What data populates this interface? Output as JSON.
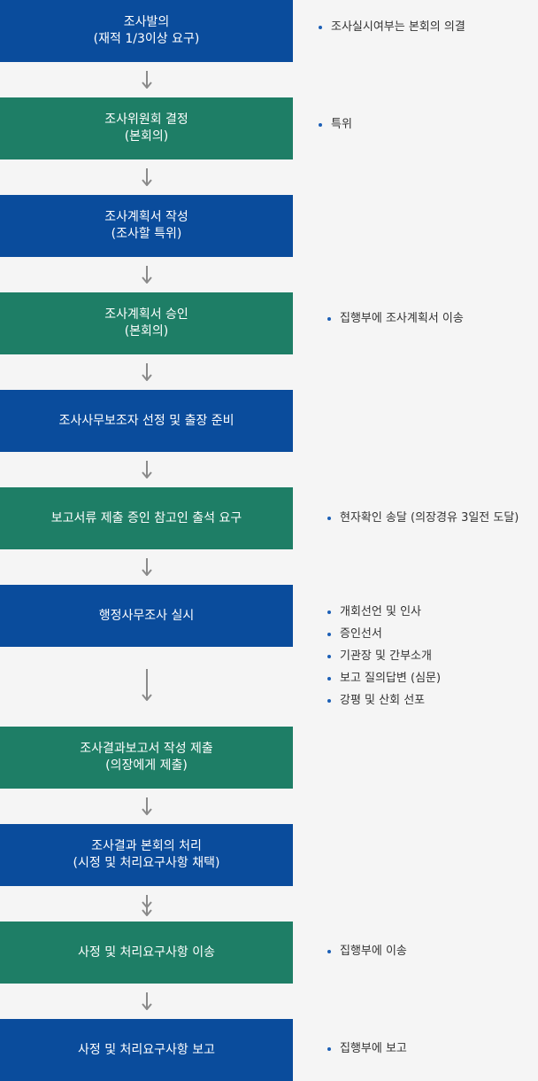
{
  "steps": [
    {
      "lines": [
        "조사발의",
        "(재적 1/3이상 요구)"
      ],
      "color": "#0a4c9c"
    },
    {
      "lines": [
        "조사위원회 결정",
        "(본회의)"
      ],
      "color": "#1e7e66"
    },
    {
      "lines": [
        "조사계획서 작성",
        "(조사할 특위)"
      ],
      "color": "#0a4c9c"
    },
    {
      "lines": [
        "조사계획서 승인",
        "(본회의)"
      ],
      "color": "#1e7e66"
    },
    {
      "lines": [
        "조사사무보조자 선정 및 출장 준비"
      ],
      "color": "#0a4c9c"
    },
    {
      "lines": [
        "보고서류 제출 증인 참고인 출석 요구"
      ],
      "color": "#1e7e66"
    },
    {
      "lines": [
        "행정사무조사 실시"
      ],
      "color": "#0a4c9c"
    },
    {
      "lines": [
        "조사결과보고서 작성 제출",
        "(의장에게 제출)"
      ],
      "color": "#1e7e66"
    },
    {
      "lines": [
        "조사결과 본회의 처리",
        "(시정 및 처리요구사항 채택)"
      ],
      "color": "#0a4c9c"
    },
    {
      "lines": [
        "사정 및 처리요구사항 이송"
      ],
      "color": "#1e7e66"
    },
    {
      "lines": [
        "사정 및 처리요구사항 보고"
      ],
      "color": "#0a4c9c"
    }
  ],
  "notes": {
    "step1": [
      "조사실시여부는 본회의 의결"
    ],
    "step2": [
      "특위"
    ],
    "step4": [
      "집행부에 조사계획서 이송"
    ],
    "step6": [
      "현자확인 송달 (의장경유 3일전 도달)"
    ],
    "step7": [
      "개회선언 및 인사",
      "증인선서",
      "기관장 및 간부소개",
      "보고 질의답변 (심문)",
      "강평 및 산회 선포"
    ],
    "step10": [
      "집행부에 이송"
    ],
    "step11": [
      "집행부에 보고"
    ]
  },
  "colors": {
    "blue": "#0a4c9c",
    "green": "#1e7e66",
    "arrow": "#8a8a8a",
    "bullet": "#1c5fb6",
    "background": "#f5f5f5"
  }
}
